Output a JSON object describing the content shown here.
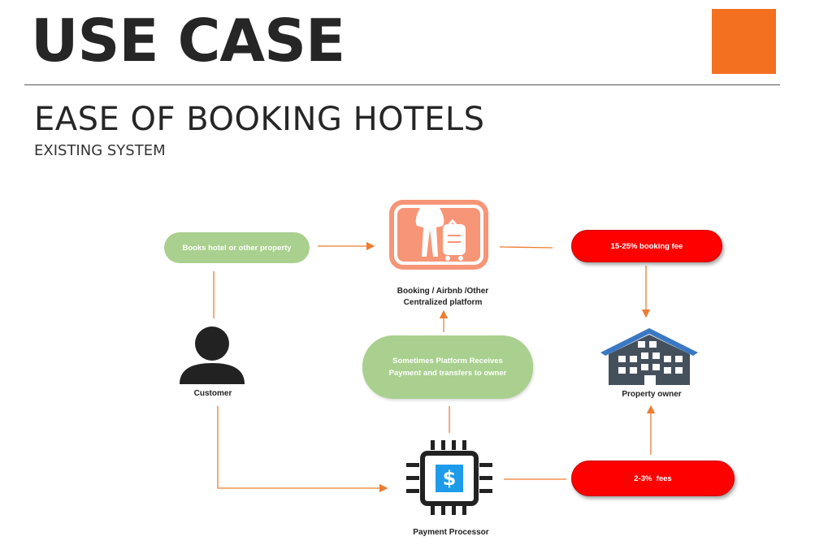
{
  "header": {
    "title": "USE CASE",
    "subtitle": "EASE OF BOOKING HOTELS",
    "subheading": "EXISTING SYSTEM",
    "accent_color": "#f37021"
  },
  "diagram": {
    "nodes": {
      "books_hotel": "Books hotel or other property",
      "platform_label_line1": "Booking / Airbnb /Other",
      "platform_label_line2": "Centralized platform",
      "booking_fee": "15-25% booking fee",
      "customer": "Customer",
      "sometimes_line1": "Sometimes Platform Receives",
      "sometimes_line2": "Payment and transfers to owner",
      "property_owner": "Property owner",
      "processor_fee": "2-3%  fees",
      "payment_processor": "Payment Processor",
      "dollar_symbol": "$"
    },
    "icons": {
      "platform": "traveler-luggage-icon",
      "customer": "person-icon",
      "property_owner": "building-icon",
      "payment_processor": "payment-chip-icon"
    },
    "colors": {
      "connector": "#ed7d31",
      "green_pill": "#a9d08e",
      "red_pill": "#ff0000",
      "platform_icon": "#f79577",
      "building_roof": "#3b78c3",
      "building_body": "#44505c",
      "chip_blue": "#1e9be9"
    }
  }
}
